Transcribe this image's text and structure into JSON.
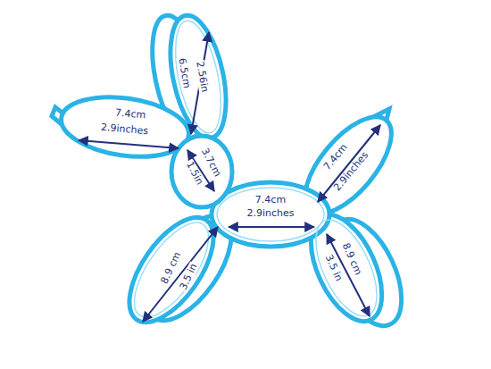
{
  "diagram": {
    "labels": [
      "6.5cm",
      "2.56in",
      "7.4cm",
      "2.9inches",
      "3.7cm",
      "1.5in",
      "7.4cm",
      "2.9inches",
      "7.4cm",
      "2.9inches",
      "8.9 cm",
      "3.5 in",
      "8.9 cm",
      "3.5 in"
    ]
  }
}
